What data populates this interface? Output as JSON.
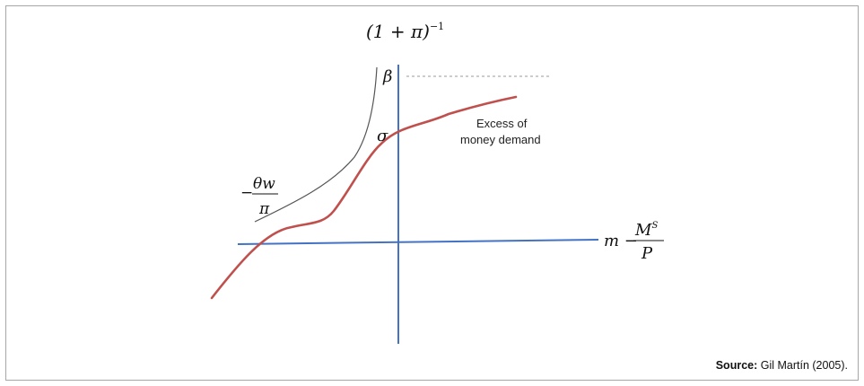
{
  "diagram": {
    "y_axis_label": {
      "base": "(1 + π)",
      "exponent": "−1"
    },
    "x_axis_label": {
      "prefix": "m − ",
      "numerator_main": "M",
      "numerator_sup": "S",
      "denominator": "P"
    },
    "label_beta": "β",
    "label_sigma": "σ",
    "left_label": {
      "minus": "−",
      "numerator": "θw",
      "denominator": "π"
    },
    "annotation_line1": "Excess of",
    "annotation_line2": "money demand",
    "colors": {
      "axis": "#4472c4",
      "curve": "#c0504d",
      "asymptote": "#555555",
      "dashed": "#999999"
    }
  },
  "source": {
    "label": "Source:",
    "text": " Gil Martín (2005)."
  }
}
